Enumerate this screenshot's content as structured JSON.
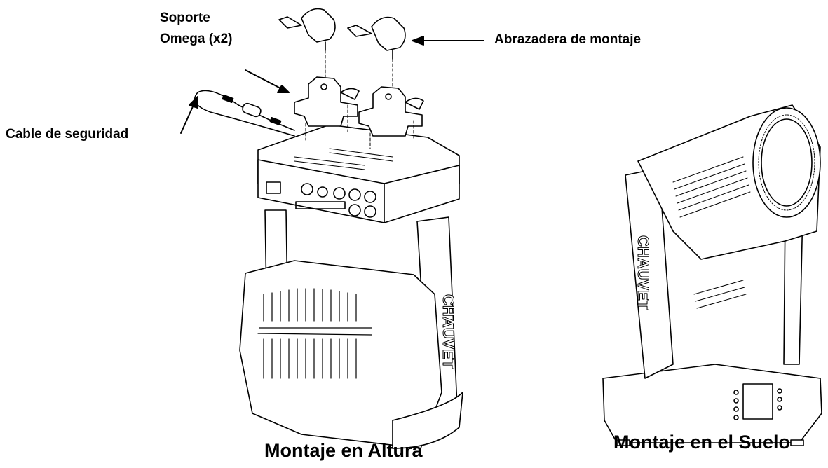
{
  "labels": {
    "soporte_line1": "Soporte",
    "soporte_line2": "Omega (x2)",
    "abrazadera": "Abrazadera de montaje",
    "cable": "Cable de seguridad",
    "montaje_altura": "Montaje en Altura",
    "montaje_suelo": "Montaje en el Suelo"
  },
  "brand": "CHAUVET",
  "colors": {
    "ink": "#000000",
    "paper": "#ffffff",
    "shade": "#d9d9d9"
  }
}
